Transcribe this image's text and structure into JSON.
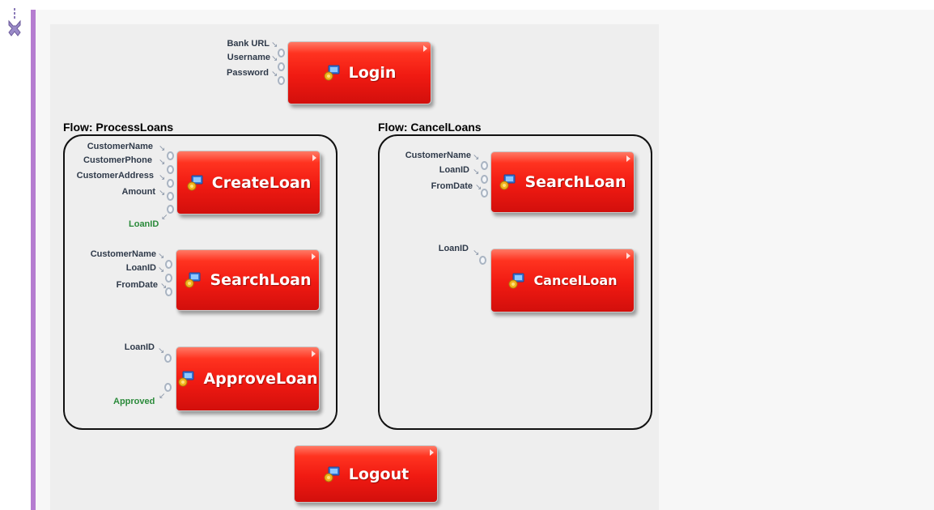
{
  "flows": {
    "process": {
      "title": "Flow: ProcessLoans"
    },
    "cancel": {
      "title": "Flow: CancelLoans"
    }
  },
  "nodes": {
    "login": {
      "label": "Login",
      "inputs": [
        "Bank URL",
        "Username",
        "Password"
      ]
    },
    "create_loan": {
      "label": "CreateLoan",
      "inputs": [
        "CustomerName",
        "CustomerPhone",
        "CustomerAddress",
        "Amount"
      ],
      "output": "LoanID"
    },
    "search_loan_process": {
      "label": "SearchLoan",
      "inputs": [
        "CustomerName",
        "LoanID",
        "FromDate"
      ]
    },
    "approve_loan": {
      "label": "ApproveLoan",
      "inputs": [
        "LoanID"
      ],
      "output": "Approved"
    },
    "search_loan_cancel": {
      "label": "SearchLoan",
      "inputs": [
        "CustomerName",
        "LoanID",
        "FromDate"
      ]
    },
    "cancel_loan": {
      "label": "CancelLoan",
      "inputs": [
        "LoanID"
      ]
    },
    "logout": {
      "label": "Logout"
    }
  },
  "colors": {
    "node_fill": "#f01a12",
    "output_param": "#2a8a3a",
    "input_param": "#2f3a4a",
    "accent_bar": "#b57dd0"
  },
  "icons": {
    "node_icon": "monitor-gear-icon",
    "gutter_icon": "robot-icon"
  }
}
